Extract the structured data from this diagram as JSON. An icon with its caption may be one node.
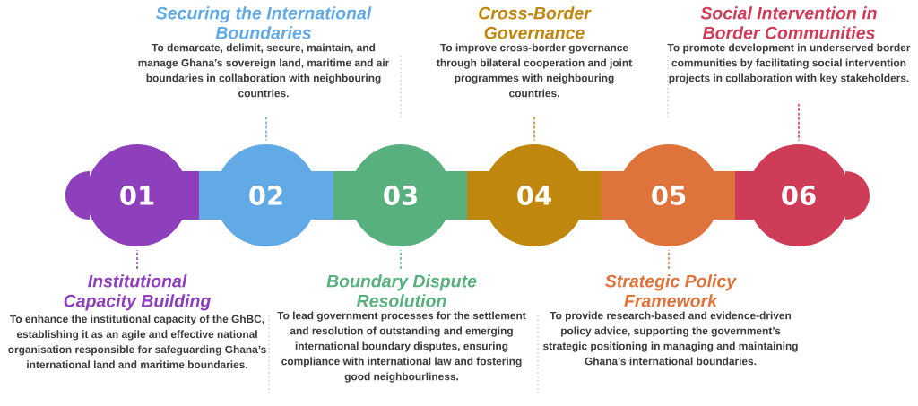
{
  "diagram": {
    "nodes": [
      {
        "text": [
          "01"
        ]
      },
      {
        "text": [
          "02"
        ]
      },
      {
        "text": [
          "03"
        ]
      },
      {
        "text": [
          "04"
        ]
      },
      {
        "text": [
          "05"
        ]
      },
      {
        "text": [
          "06"
        ]
      },
      {
        "text": [
          "Institutional Capacity Building",
          "To enhance the institutional capacity of the GhBC, establishing it as an agile and effective national organisation responsible for safeguarding Ghana’s international land and maritime boundaries."
        ]
      },
      {
        "text": [
          "Securing the International Boundaries",
          "To demarcate, delimit, secure, maintain, and manage Ghana’s sovereign land, maritime and air boundaries in collaboration with neighbouring countries."
        ]
      },
      {
        "text": [
          "Boundary Dispute Resolution",
          "To lead government processes for the settlement and resolution of outstanding and emerging international boundary disputes, ensuring compliance with international law and fostering good neighbourliness."
        ]
      },
      {
        "text": [
          "Cross-Border Governance",
          "To improve cross-border governance through bilateral cooperation and joint programmes with neighbouring countries."
        ]
      },
      {
        "text": [
          "Strategic Policy Framework",
          "To provide research-based and evidence-driven policy advice, supporting the government’s strategic positioning in managing and maintaining Ghana’s international boundaries."
        ]
      },
      {
        "text": [
          "Social Intervention in Border Communities",
          "To promote development in underserved border communities by facilitating social intervention projects in collaboration with key stakeholders."
        ]
      }
    ],
    "edges": [
      {
        "from": 6,
        "to": 0,
        "arrow": "none",
        "style": "dashed",
        "color": "#8e3fbc"
      },
      {
        "from": 7,
        "to": 1,
        "arrow": "none",
        "style": "dashed",
        "color": "#62aae6"
      },
      {
        "from": 8,
        "to": 2,
        "arrow": "none",
        "style": "dashed",
        "color": "#58b07e"
      },
      {
        "from": 9,
        "to": 3,
        "arrow": "none",
        "style": "dashed",
        "color": "#c0870e"
      },
      {
        "from": 10,
        "to": 4,
        "arrow": "none",
        "style": "dashed",
        "color": "#de733b"
      },
      {
        "from": 11,
        "to": 5,
        "arrow": "none",
        "style": "dashed",
        "color": "#cf3c58"
      }
    ]
  }
}
